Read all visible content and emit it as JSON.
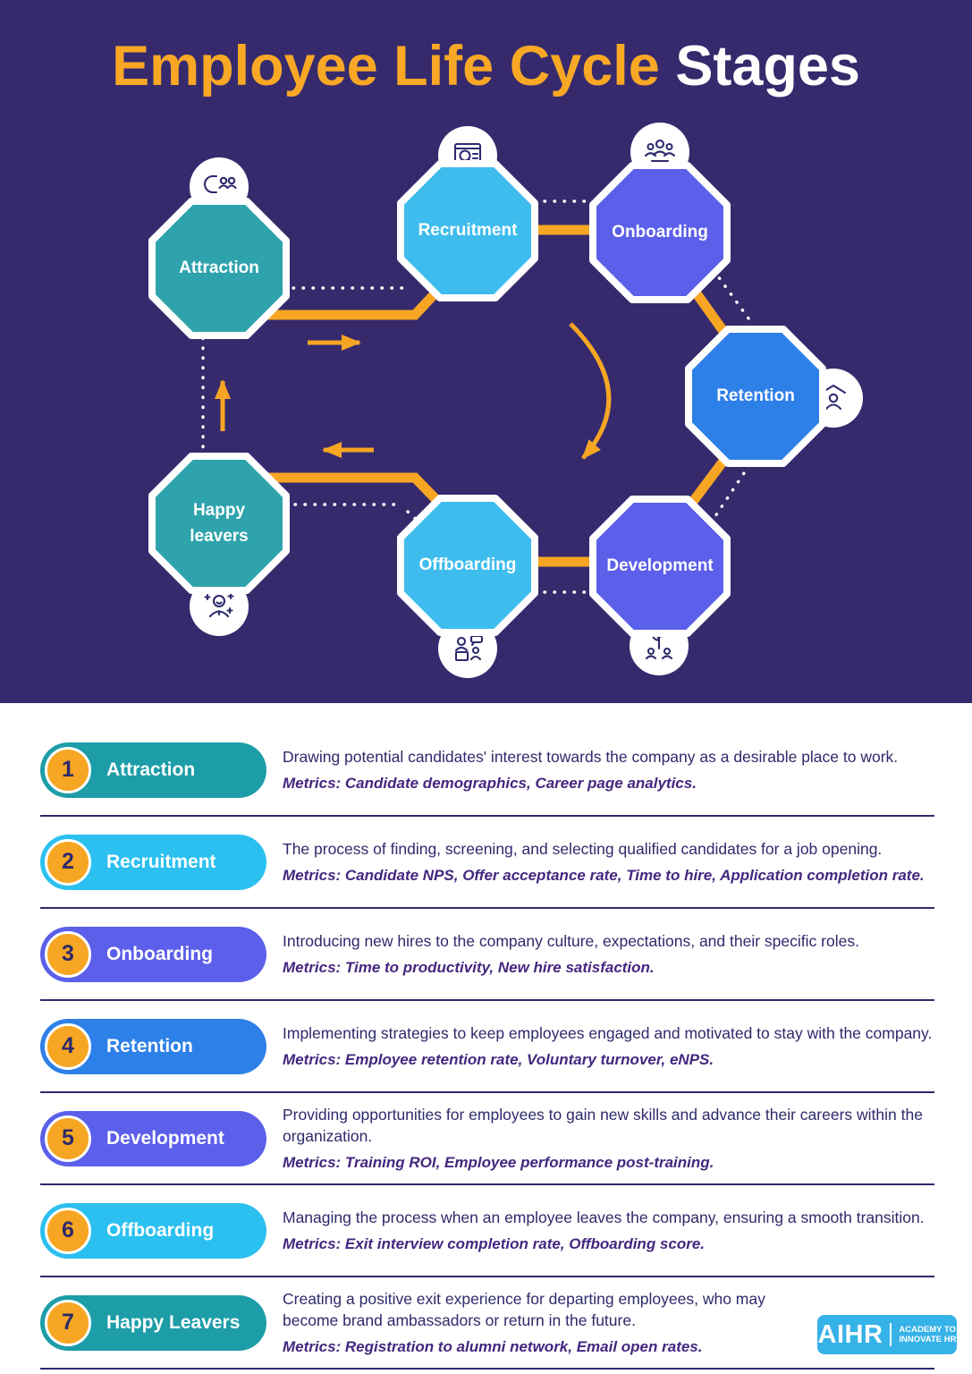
{
  "title": {
    "highlight": "Employee Life Cycle",
    "rest": "Stages"
  },
  "colors": {
    "background": "#362A6D",
    "accent_orange": "#F7A623",
    "title_orange": "#F9A826",
    "divider": "#2E2A6B",
    "description_text": "#2E2A6B",
    "metrics_text": "#44277F",
    "teal": "#2FA3AC",
    "light_blue": "#3FBCEE",
    "periwinkle": "#5B5FE9",
    "blue": "#2E80E9",
    "logo_bg": "#35B2E8"
  },
  "diagram": {
    "nodes": [
      {
        "id": "attraction",
        "label": "Attraction",
        "color": "#2FA3AC"
      },
      {
        "id": "recruitment",
        "label": "Recruitment",
        "color": "#3FBCEE"
      },
      {
        "id": "onboarding",
        "label": "Onboarding",
        "color": "#5B5FE9"
      },
      {
        "id": "retention",
        "label": "Retention",
        "color": "#2E80E9"
      },
      {
        "id": "development",
        "label": "Development",
        "color": "#5B5FE9"
      },
      {
        "id": "offboarding",
        "label": "Offboarding",
        "color": "#3FBCEE"
      },
      {
        "id": "happy-leavers",
        "label": "Happy",
        "label2": "leavers",
        "color": "#2FA3AC"
      }
    ]
  },
  "stages": [
    {
      "number": "1",
      "name": "Attraction",
      "color": "#1D9DA8",
      "description": "Drawing potential candidates' interest towards the company as a desirable place to work.",
      "metrics": "Metrics: Candidate demographics, Career page analytics."
    },
    {
      "number": "2",
      "name": "Recruitment",
      "color": "#2BC0F0",
      "description": "The process of finding, screening, and selecting qualified candidates for a job opening.",
      "metrics": "Metrics: Candidate NPS, Offer acceptance rate, Time to hire, Application completion rate."
    },
    {
      "number": "3",
      "name": "Onboarding",
      "color": "#5B5FE9",
      "description": "Introducing new hires to the company culture, expectations, and their specific roles.",
      "metrics": "Metrics: Time to productivity, New hire satisfaction."
    },
    {
      "number": "4",
      "name": "Retention",
      "color": "#2E80E9",
      "description": "Implementing strategies to keep employees engaged and motivated to stay with the company.",
      "metrics": "Metrics: Employee retention rate, Voluntary turnover, eNPS."
    },
    {
      "number": "5",
      "name": "Development",
      "color": "#5B5FE9",
      "description": "Providing opportunities for employees to gain new skills and advance their careers within the organization.",
      "metrics": "Metrics: Training ROI, Employee performance post-training."
    },
    {
      "number": "6",
      "name": "Offboarding",
      "color": "#2BC0F0",
      "description": "Managing the process when an employee leaves the company, ensuring a smooth transition.",
      "metrics": "Metrics: Exit interview completion rate, Offboarding score."
    },
    {
      "number": "7",
      "name": "Happy Leavers",
      "color": "#1D9DA8",
      "description": "Creating a positive exit experience for departing employees, who may become brand ambassadors or return in the future.",
      "metrics": "Metrics: Registration to alumni network, Email open rates."
    }
  ],
  "footer": {
    "logo": {
      "name": "AIHR",
      "tagline_line1": "ACADEMY TO",
      "tagline_line2": "INNOVATE HR"
    }
  }
}
